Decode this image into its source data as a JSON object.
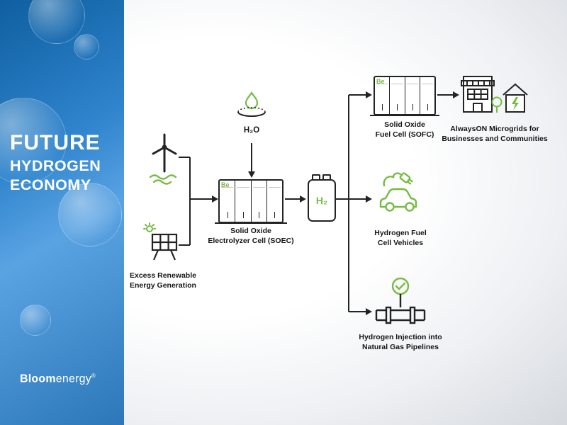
{
  "colors": {
    "green": "#76bc43",
    "dark": "#232323",
    "sidebar_blue": "#2f84cd"
  },
  "sidebar": {
    "title_line1": "FUTURE",
    "title_line2": "HYDROGEN",
    "title_line3": "ECONOMY",
    "logo_bold": "Bloom",
    "logo_light": "energy",
    "logo_mark": "®"
  },
  "diagram": {
    "h2o": {
      "label": "H₂O"
    },
    "renewables": {
      "line1": "Excess Renewable",
      "line2": "Energy Generation"
    },
    "soec": {
      "logo": "Be",
      "line1": "Solid Oxide",
      "line2": "Electrolyzer Cell (SOEC)"
    },
    "h2": {
      "label": "H₂"
    },
    "sofc": {
      "logo": "Be",
      "line1": "Solid Oxide",
      "line2": "Fuel Cell (SOFC)"
    },
    "microgrids": {
      "line1": "AlwaysON Microgrids for",
      "line2": "Businesses and Communities"
    },
    "vehicles": {
      "line1": "Hydrogen Fuel",
      "line2": "Cell Vehicles"
    },
    "pipelines": {
      "line1": "Hydrogen Injection into",
      "line2": "Natural Gas Pipelines"
    }
  },
  "icons": {
    "water-drop-icon": "green droplet over dish ellipse",
    "wind-turbine-icon": "three-blade turbine with green waves",
    "solar-panel-icon": "panel grid with green sun rays",
    "electrolyzer-icon": "four-module server cabinet",
    "h2-tank-icon": "battery-style hydrogen canister",
    "fuel-cell-icon": "four-module server cabinet",
    "buildings-icon": "storefront, green tree, house with green bolt",
    "car-plug-icon": "green car outline with charging plug",
    "pipeline-check-icon": "flanged pipe with green check circle"
  }
}
